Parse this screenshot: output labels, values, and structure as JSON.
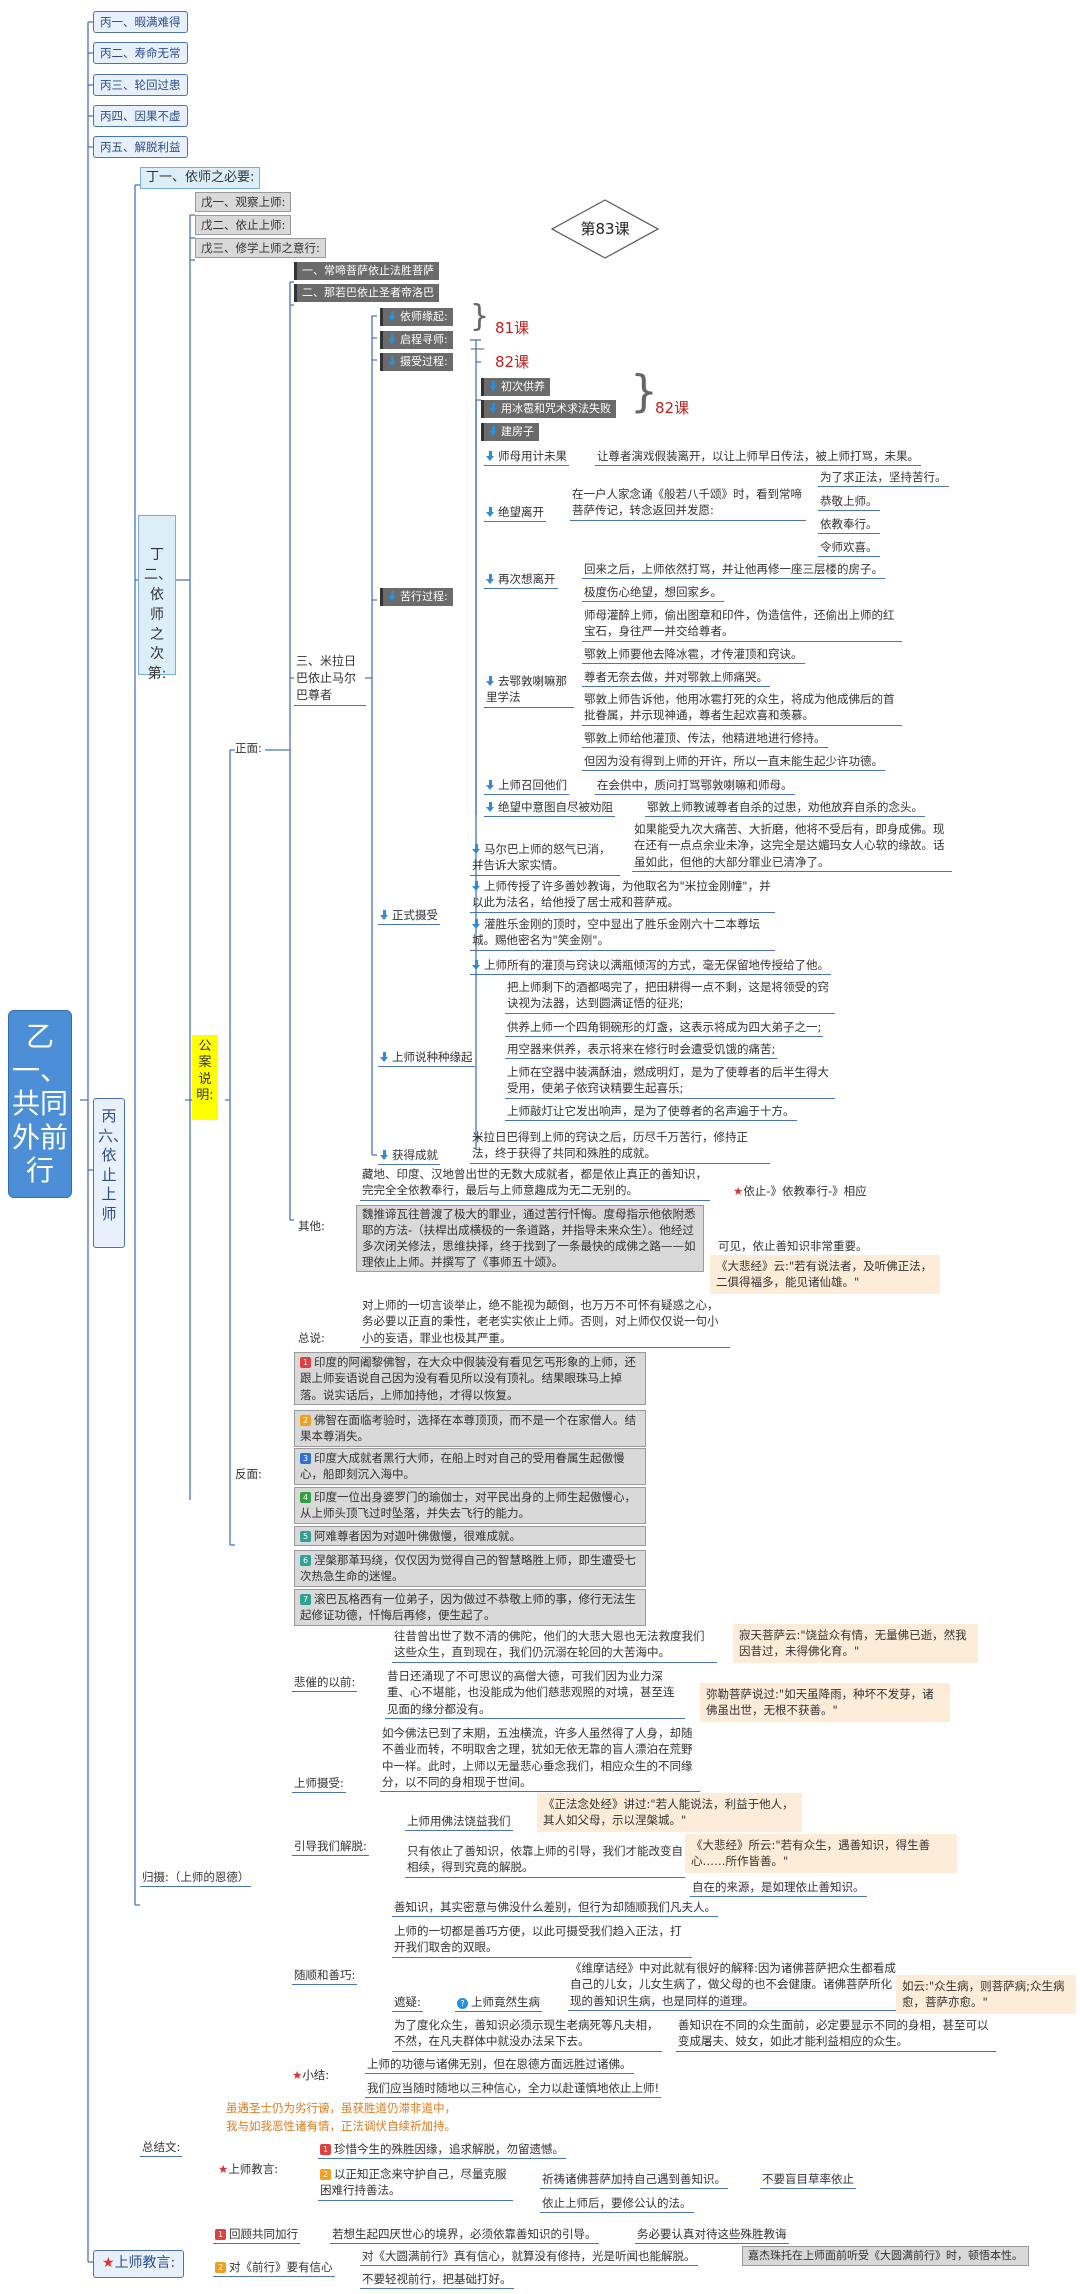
{
  "root": "乙一、共同外前行",
  "lesson": "第83课",
  "refs": [
    "81课",
    "82课",
    "82课"
  ],
  "top": [
    "丙一、暇满难得",
    "丙二、寿命无常",
    "丙三、轮回过患",
    "丙四、因果不虚",
    "丙五、解脱利益"
  ],
  "bing6": "丙六、依止上师",
  "ding1": "丁一、依师之必要:",
  "ding2": "丁二、依师之次第:",
  "wu": [
    "戊一、观察上师:",
    "戊二、依止上师:",
    "戊三、修学上师之意行:"
  ],
  "ji": [
    "一、常啼菩萨依止法胜菩萨",
    "二、那若巴依止圣者帝洛巴"
  ],
  "milarepa": "三、米拉日巴依止马尔巴尊者",
  "zhengmian": "正面:",
  "gongan": "公案说明:",
  "yuan": [
    "依师缘起:",
    "启程寻师:",
    "摄受过程:"
  ],
  "kuxing": "苦行过程:",
  "chu": [
    "初次供养",
    "用冰雹和咒术求法失败",
    "建房子"
  ],
  "k1h": "师母用计未果",
  "k1t": "让尊者演戏假装离开，以让上师早日传法，被上师打骂，未果。",
  "k2h": "绝望离开",
  "k2t": "在一户人家念诵《般若八千颂》时，看到常啼菩萨传记，转念返回并发愿:",
  "k2l": [
    "为了求正法，坚持苦行。",
    "恭敬上师。",
    "依教奉行。",
    "令师欢喜。"
  ],
  "k3h": "再次想离开",
  "k3l": [
    "回来之后，上师依然打骂，并让他再修一座三层楼的房子。",
    "极度伤心绝望，想回家乡。"
  ],
  "k4h": "去鄂敦喇嘛那里学法",
  "k4l": [
    "师母灌醉上师，偷出图章和印件，伪造信件，还偷出上师的红宝石，身往严一并交给尊者。",
    "鄂敦上师要他去降冰雹，才传灌顶和窍诀。",
    "尊者无奈去做，并对鄂敦上师痛哭。",
    "鄂敦上师告诉他，他用冰雹打死的众生，将成为他成佛后的首批眷属，并示现神通，尊者生起欢喜和羡慕。",
    "鄂敦上师给他灌顶、传法，他精进地进行修持。",
    "但因为没有得到上师的开许，所以一直未能生起少许功德。"
  ],
  "k5h": "上师召回他们",
  "k5t": "在会供中，质问打骂鄂敦喇嘛和师母。",
  "k6h": "绝望中意图自尽被劝阻",
  "k6t": "鄂敦上师教诫尊者自杀的过患，劝他放弃自杀的念头。",
  "sheshou": "正式摄受",
  "s1h": "马尔巴上师的怒气已消，并告诉大家实情。",
  "s1t": "如果能受九次大痛苦、大折磨，他将不受后有，即身成佛。现在还有一点点余业未净，这完全是达媚玛女人心软的缘故。话虽如此，但他的大部分罪业已清净了。",
  "s2": "上师传授了许多善妙教诲，为他取名为\"米拉金刚幢\"，并以此为法名，给他授了居士戒和菩萨戒。",
  "s3": "灌胜乐金刚的顶时，空中显出了胜乐金刚六十二本尊坛城。赐他密名为\"笑金刚\"。",
  "s4": "上师所有的灌顶与窍诀以满瓶倾泻的方式，毫无保留地传授给了他。",
  "yuanqi": "上师说种种缘起",
  "y": [
    "把上师剩下的酒都喝完了，把田耕得一点不剩，这是将领受的窍诀视为法器，达到圆满证悟的征兆;",
    "供养上师一个四角铜碗形的灯盏，这表示将成为四大弟子之一;",
    "用空器来供养，表示将来在修行时会遭受饥饿的痛苦;",
    "上师在空器中装满酥油，燃成明灯，是为了使尊者的后半生得大受用，使弟子依窍诀精要生起喜乐;",
    "上师敲灯让它发出响声，是为了使尊者的名声遍于十方。"
  ],
  "huode": "获得成就",
  "huodet": "米拉日巴得到上师的窍诀之后，历尽千万苦行，修持正法，终于获得了共同和殊胜的成就。",
  "qita": "其他:",
  "q1": "藏地、印度、汉地曾出世的无数大成就者，都是依止真正的善知识，完完全全依教奉行，最后与上师意趣成为无二无别的。",
  "q1r": "依止-》依教奉行-》相应",
  "q2": "魏推谛瓦往普渡了极大的罪业，通过苦行忏悔。度母指示他依附悉耶的方法-（扶桿出成横极的一条道路，并指导未来众生）。他经过多次闭关修法，思维抉择，终于找到了一条最快的成佛之路——如理依止上师。并撰写了《事师五十颂》。",
  "q2r": "可见，依止善知识非常重要。",
  "q2r2": "《大悲经》云:\"若有说法者，及听佛正法，二俱得福多，能见诸仙雄。\"",
  "zongshuo": "总说:",
  "zongt": "对上师的一切言谈举止，绝不能视为颠倒，也万万不可怀有疑惑之心，务必要以正直的秉性，老老实实依止上师。否则，对上师仅仅说一句小小的妄语，罪业也极其严重。",
  "fanmian": "反面:",
  "f": [
    "印度的阿阇黎佛智，在大众中假装没有看见乞丐形象的上师，还跟上师妄语说自己因为没有看见所以没有顶礼。结果眼珠马上掉落。说实话后，上师加持他，才得以恢复。",
    "佛智在面临考验时，选择在本尊顶顶，而不是一个在家僧人。结果本尊消失。",
    "印度大成就者黑行大师，在船上时对自己的受用眷属生起傲慢心，船即刻沉入海中。",
    "印度一位出身婆罗门的瑜伽士，对平民出身的上师生起傲慢心，从上师头顶飞过时坠落，并失去飞行的能力。",
    "阿难尊者因为对迦叶佛傲慢，很难成就。",
    "涅槃那革玛绕，仅仅因为觉得自己的智慧略胜上师，即生遭受七次热急生命的迷惺。",
    "滚巴瓦格西有一位弟子，因为做过不恭敬上师的事，修行无法生起修证功德，忏悔后再修，便生起了。"
  ],
  "guishe": "归摄:（上师的恩德）",
  "bei": "悲催的以前:",
  "b1": "往昔曾出世了数不清的佛陀，他们的大悲大恩也无法救度我们这些众生，直到现在，我们仍沉溺在轮回的大苦海中。",
  "b1r": "寂天菩萨云:\"饶益众有情，无量佛已逝，然我因昔过，未得佛化育。\"",
  "b2": "昔日还涌现了不可思议的高僧大德，可我们因为业力深重、心不堪能，也没能成为他们慈悲观照的对境，甚至连见面的缘分都没有。",
  "b2r": "弥勒菩萨说过:\"如天虽降雨，种坏不发芽，诸佛虽出世，无根不获善。\"",
  "tixi": "上师摄受:",
  "tixit": "如今佛法已到了末期，五浊横流，许多人虽然得了人身，却随不善业而转，不明取舍之理，犹如无依无靠的盲人漂泊在荒野中一样。此时，上师以无量悲心垂念我们，相应众生的不同缘分，以不同的身相现于世间。",
  "yindao": "引导我们解脱:",
  "yd1": "上师用佛法饶益我们",
  "yd1r": "《正法念处经》讲过:\"若人能说法，利益于他人，其人如父母，示以涅槃城。\"",
  "yd2": "只有依止了善知识，依靠上师的引导，我们才能改变自相续，得到究竟的解脱。",
  "yd2r": "《大悲经》所云:\"若有众生，遇善知识，得生善心……所作皆善。\"",
  "yd2r2": "自在的来源，是如理依止善知识。",
  "suishun": "随顺和善巧:",
  "ss1": "善知识，其实密意与佛没什么差别，但行为却随顺我们凡夫人。",
  "ss2": "上师的一切都是善巧方便，以此可摄受我们趋入正法，打开我们取舍的双眼。",
  "yiwen": "遮疑:",
  "ss3h": "上师竟然生病",
  "ss3": "《维摩诘经》中对此就有很好的解释:因为诸佛菩萨把众生都看成自己的儿女，儿女生病了，做父母的也不会健康。诸佛菩萨所化现的善知识生病，也是同样的道理。",
  "ss3r": "如云:\"众生病，则菩萨病;众生病愈，菩萨亦愈。\"",
  "ss4": "为了度化众生，善知识必须示现生老病死等凡夫相，不然，在凡夫群体中就没办法呆下去。",
  "ss4r": "善知识在不同的众生面前，必定要显示不同的身相，甚至可以变成屠夫、妓女，如此才能利益相应的众生。",
  "xiaojie": "小结:",
  "xj1": "上师的功德与诸佛无别，但在恩德方面远胜过诸佛。",
  "xj2": "我们应当随时随地以三种信心，全力以赴谨慎地依止上师!",
  "zongjie": "总结文:",
  "zj1": "虽遇圣士仍为劣行谤，虽获胜道仍滞非道中，",
  "zj2": "我与如我恶性诸有情，正法调伏自续祈加持。",
  "jiaoyan": "上师教言:",
  "jy1": "珍惜今生的殊胜因缘，追求解脱，勿留遗憾。",
  "jy2": "以正知正念来守护自己，尽量克服困难行持善法。",
  "jy2a": "祈祷诸佛菩萨加持自己遇到善知识。",
  "jy2b": "不要盲目草率依止",
  "jy2c": "依止上师后，要修公认的法。",
  "bottom": "上师教言:",
  "b_1": "回顾共同加行",
  "b_1t": "若想生起四厌世心的境界，必须依靠善知识的引导。",
  "b_1r": "务必要认真对待这些殊胜教诲",
  "b_2": "对《前行》要有信心",
  "b_2a": "对《大圆满前行》真有信心，就算没有修持，光是听闻也能解脱。",
  "b_2ar": "嘉杰珠托在上师面前听受《大圆满前行》时，顿悟本性。",
  "b_2b": "不要轻视前行，把基础打好。",
  "colors": {
    "accent": "#4a73b8",
    "root": "#4d8fd6",
    "red": "#c41e1e",
    "orange": "#e07a1e"
  }
}
